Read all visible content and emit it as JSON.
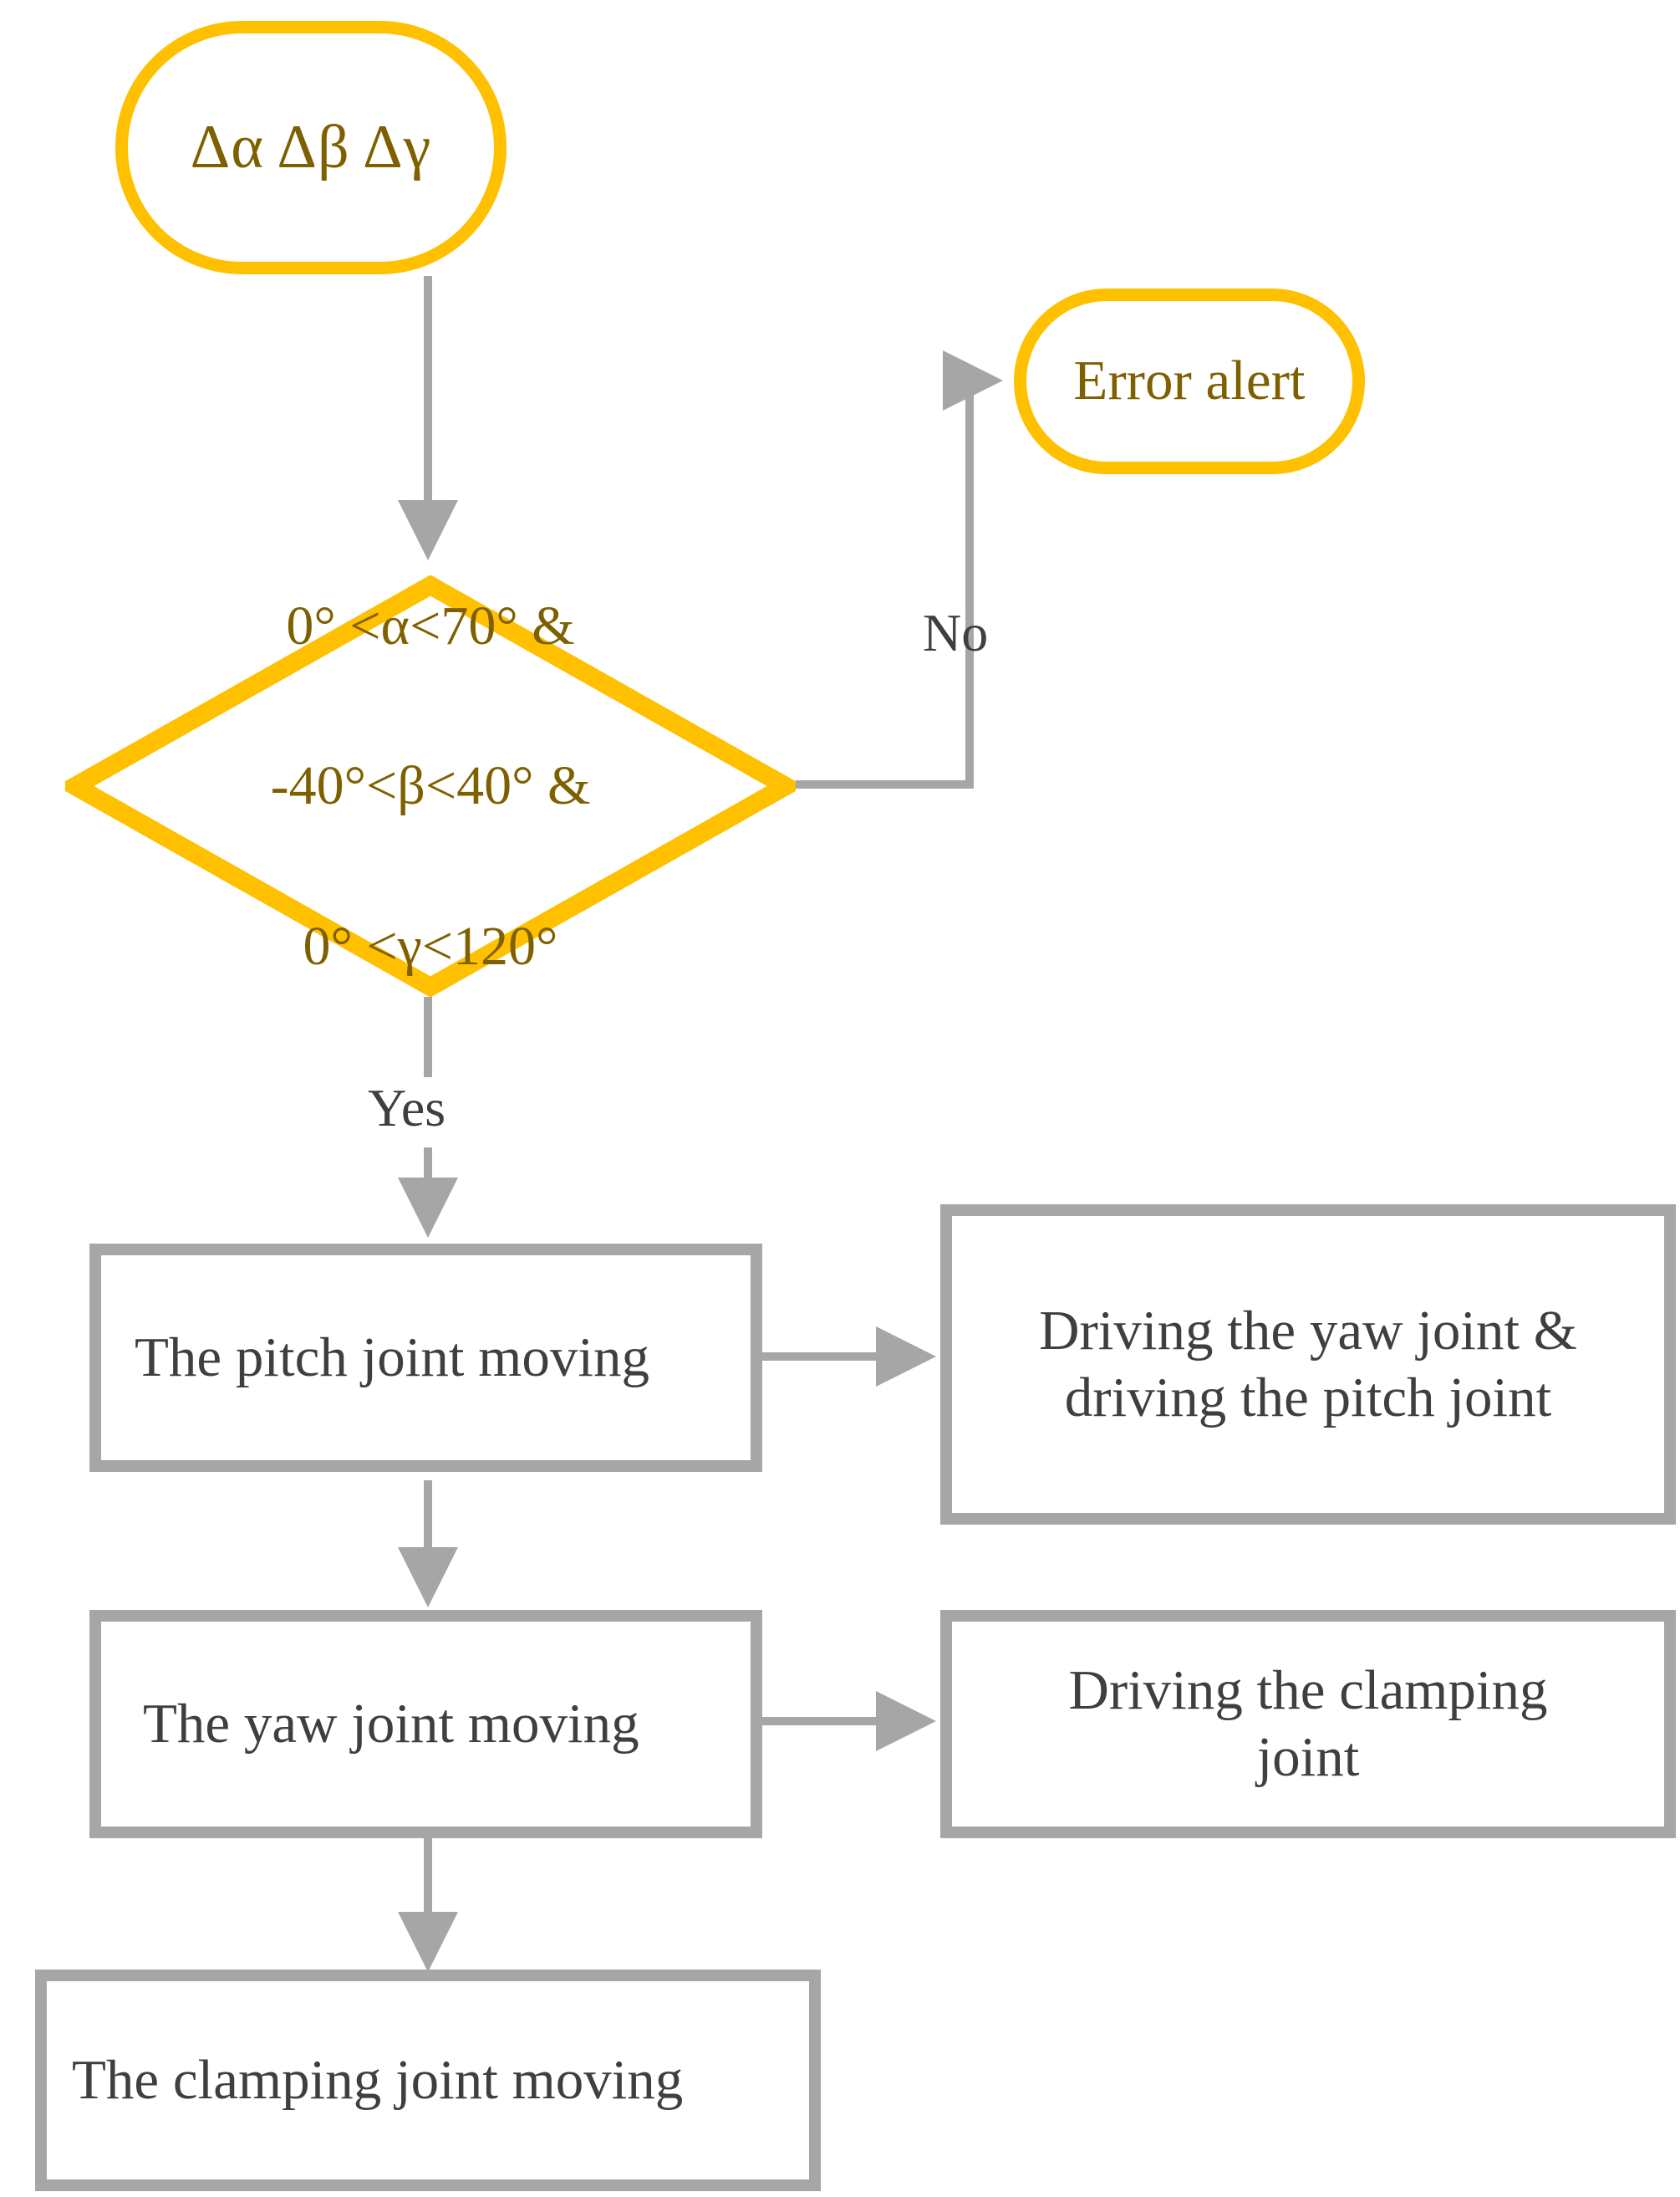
{
  "diagram": {
    "title": "Joint motion control flowchart",
    "colors": {
      "accent_yellow": "#FFC000",
      "accent_text": "#7F6000",
      "gray_stroke": "#A6A6A6",
      "gray_text": "#3F3F3F",
      "background": "#FFFFFF"
    },
    "nodes": {
      "start": {
        "label": "Δα Δβ Δγ",
        "shape": "rounded-terminator"
      },
      "error_alert": {
        "label": "Error alert",
        "shape": "rounded-terminator"
      },
      "decision": {
        "shape": "diamond",
        "line1": "0° <α<70° &",
        "line2": "-40°<β<40° &",
        "line3": "0° <γ<120°"
      },
      "pitch_moving": {
        "label": "The pitch joint moving",
        "shape": "process"
      },
      "drive_yaw_pitch": {
        "label": "Driving the yaw joint &\ndriving the pitch joint",
        "shape": "process"
      },
      "yaw_moving": {
        "label": "The yaw joint moving",
        "shape": "process"
      },
      "drive_clamping": {
        "label": "Driving the clamping\njoint",
        "shape": "process"
      },
      "clamping_moving": {
        "label": "The clamping joint moving",
        "shape": "process"
      }
    },
    "edge_labels": {
      "no": "No",
      "yes": "Yes"
    }
  }
}
